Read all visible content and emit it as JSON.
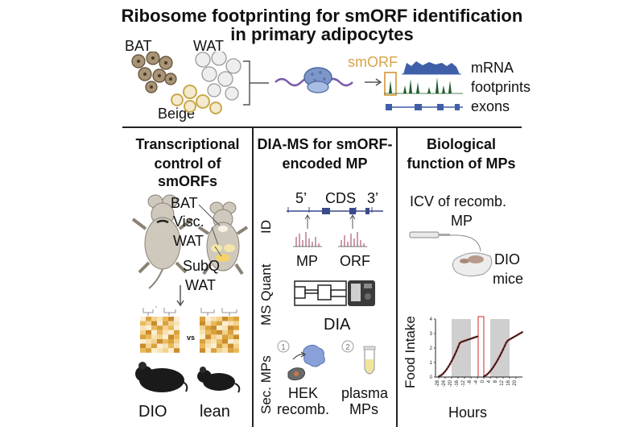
{
  "top": {
    "title_line1": "Ribosome footprinting for smORF identification",
    "title_line2": "in primary adipocytes",
    "cell_types": [
      "BAT",
      "WAT",
      "Beige"
    ],
    "smorf_label": "smORF",
    "tracks": [
      "mRNA",
      "footprints",
      "exons"
    ]
  },
  "panel1": {
    "title_line1": "Transcriptional",
    "title_line2": "control of smORFs",
    "tissue_labels": [
      "BAT",
      "Visc.",
      "WAT",
      "SubQ",
      "WAT"
    ],
    "heatmap_vs": "vs",
    "mouse_labels": [
      "DIO",
      "lean"
    ]
  },
  "panel2": {
    "title_line1": "DIA-MS for smORF-",
    "title_line2": "encoded MP",
    "row_labels": [
      "ID",
      "MS Quant",
      "Sec. MPs"
    ],
    "gene_labels": [
      "5’",
      "CDS",
      "3’"
    ],
    "spectrum_labels": [
      "MP",
      "ORF"
    ],
    "dia_label": "DIA",
    "step_numbers": [
      "1",
      "2"
    ],
    "source_line1": [
      "HEK",
      "plasma"
    ],
    "source_line2": [
      "recomb.",
      "MPs"
    ]
  },
  "panel3": {
    "title_line1": "Biological",
    "title_line2": "function of MPs",
    "icv_line1": "ICV of recomb.",
    "icv_line2": "MP",
    "dio_line1": "DIO",
    "dio_line2": "mice",
    "chart_ylabel": "Food Intake",
    "chart_xlabel": "Hours",
    "y_ticks": [
      "0",
      "1",
      "2",
      "3",
      "4"
    ],
    "x_ticks_left": [
      "-28",
      "-24",
      "-20",
      "-16",
      "-12",
      "-8",
      "-4"
    ],
    "x_ticks_right": [
      "0",
      "4",
      "8",
      "12",
      "16",
      "20"
    ]
  },
  "colors": {
    "divider": "#222222",
    "heatmap_high": "#d9a23c",
    "heatmap_low": "#fbeed2",
    "ribosome": "#7d97c9",
    "mrna_track": "#3f5fa8",
    "footprint_track": "#1f5a2a",
    "smorf_box": "#d9a24a",
    "curve_red": "#cc2a2a",
    "gray_shading": "#cfcfcf"
  }
}
